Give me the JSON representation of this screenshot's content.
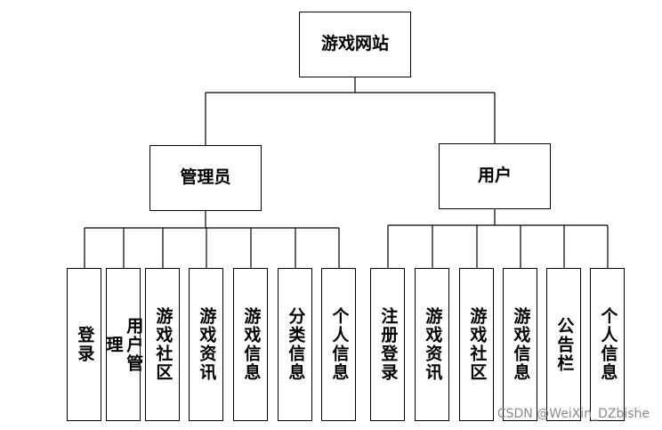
{
  "root": {
    "label": "游戏网站"
  },
  "groups": {
    "admin": {
      "label": "管理员",
      "children": [
        "登录",
        "用户管理",
        "游戏社区",
        "游戏资讯",
        "游戏信息",
        "分类信息",
        "个人信息"
      ]
    },
    "user": {
      "label": "用户",
      "children": [
        "注册登录",
        "游戏资讯",
        "游戏社区",
        "游戏信息",
        "公告栏",
        "个人信息"
      ]
    }
  },
  "watermark": "CSDN @WeiXin_DZbishe"
}
